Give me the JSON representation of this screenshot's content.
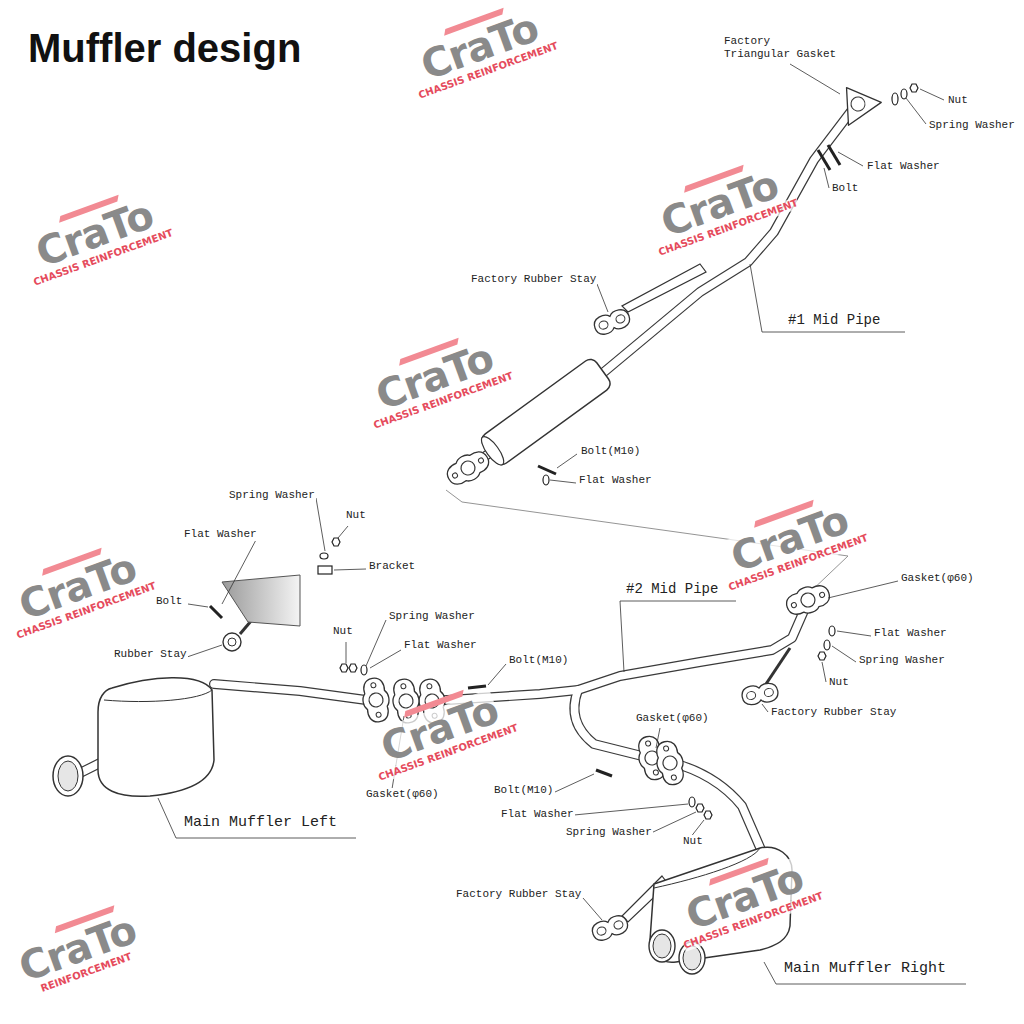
{
  "diagram": {
    "title": "Muffler design",
    "labels": [
      "Factory Triangular Gasket",
      "Nut",
      "Spring Washer",
      "Flat Washer",
      "Bolt",
      "Factory Rubber Stay",
      "#1 Mid Pipe",
      "Bolt(M10)",
      "Flat Washer",
      "Spring Washer",
      "Nut",
      "Flat Washer",
      "Bracket",
      "Bolt",
      "Rubber Stay",
      "Spring Washer",
      "Nut",
      "Flat Washer",
      "Bolt(M10)",
      "#2 Mid Pipe",
      "Gasket(φ60)",
      "Flat Washer",
      "Spring Washer",
      "Nut",
      "Factory Rubber Stay",
      "Gasket(φ60)",
      "Gasket(φ60)",
      "Bolt(M10)",
      "Flat Washer",
      "Spring Washer",
      "Nut",
      "Main Muffler Left",
      "Factory Rubber Stay",
      "Main Muffler Right",
      "CraTo",
      "CHASSIS REINFORCEMENT",
      "CraTo",
      "CHASSIS REINFORCEMENT",
      "CraTo",
      "CHASSIS REINFORCEMENT",
      "CraTo",
      "CHASSIS REINFORCEMENT",
      "CraTo",
      "CHASSIS REINFORCEMENT",
      "CraTo",
      "CHASSIS REINFORCEMENT",
      "CraTo",
      "CHASSIS REINFORCEMENT",
      "CraTo",
      "CHASSIS REINFORCEMENT",
      "CraTo",
      "REINFORCEMENT"
    ]
  }
}
